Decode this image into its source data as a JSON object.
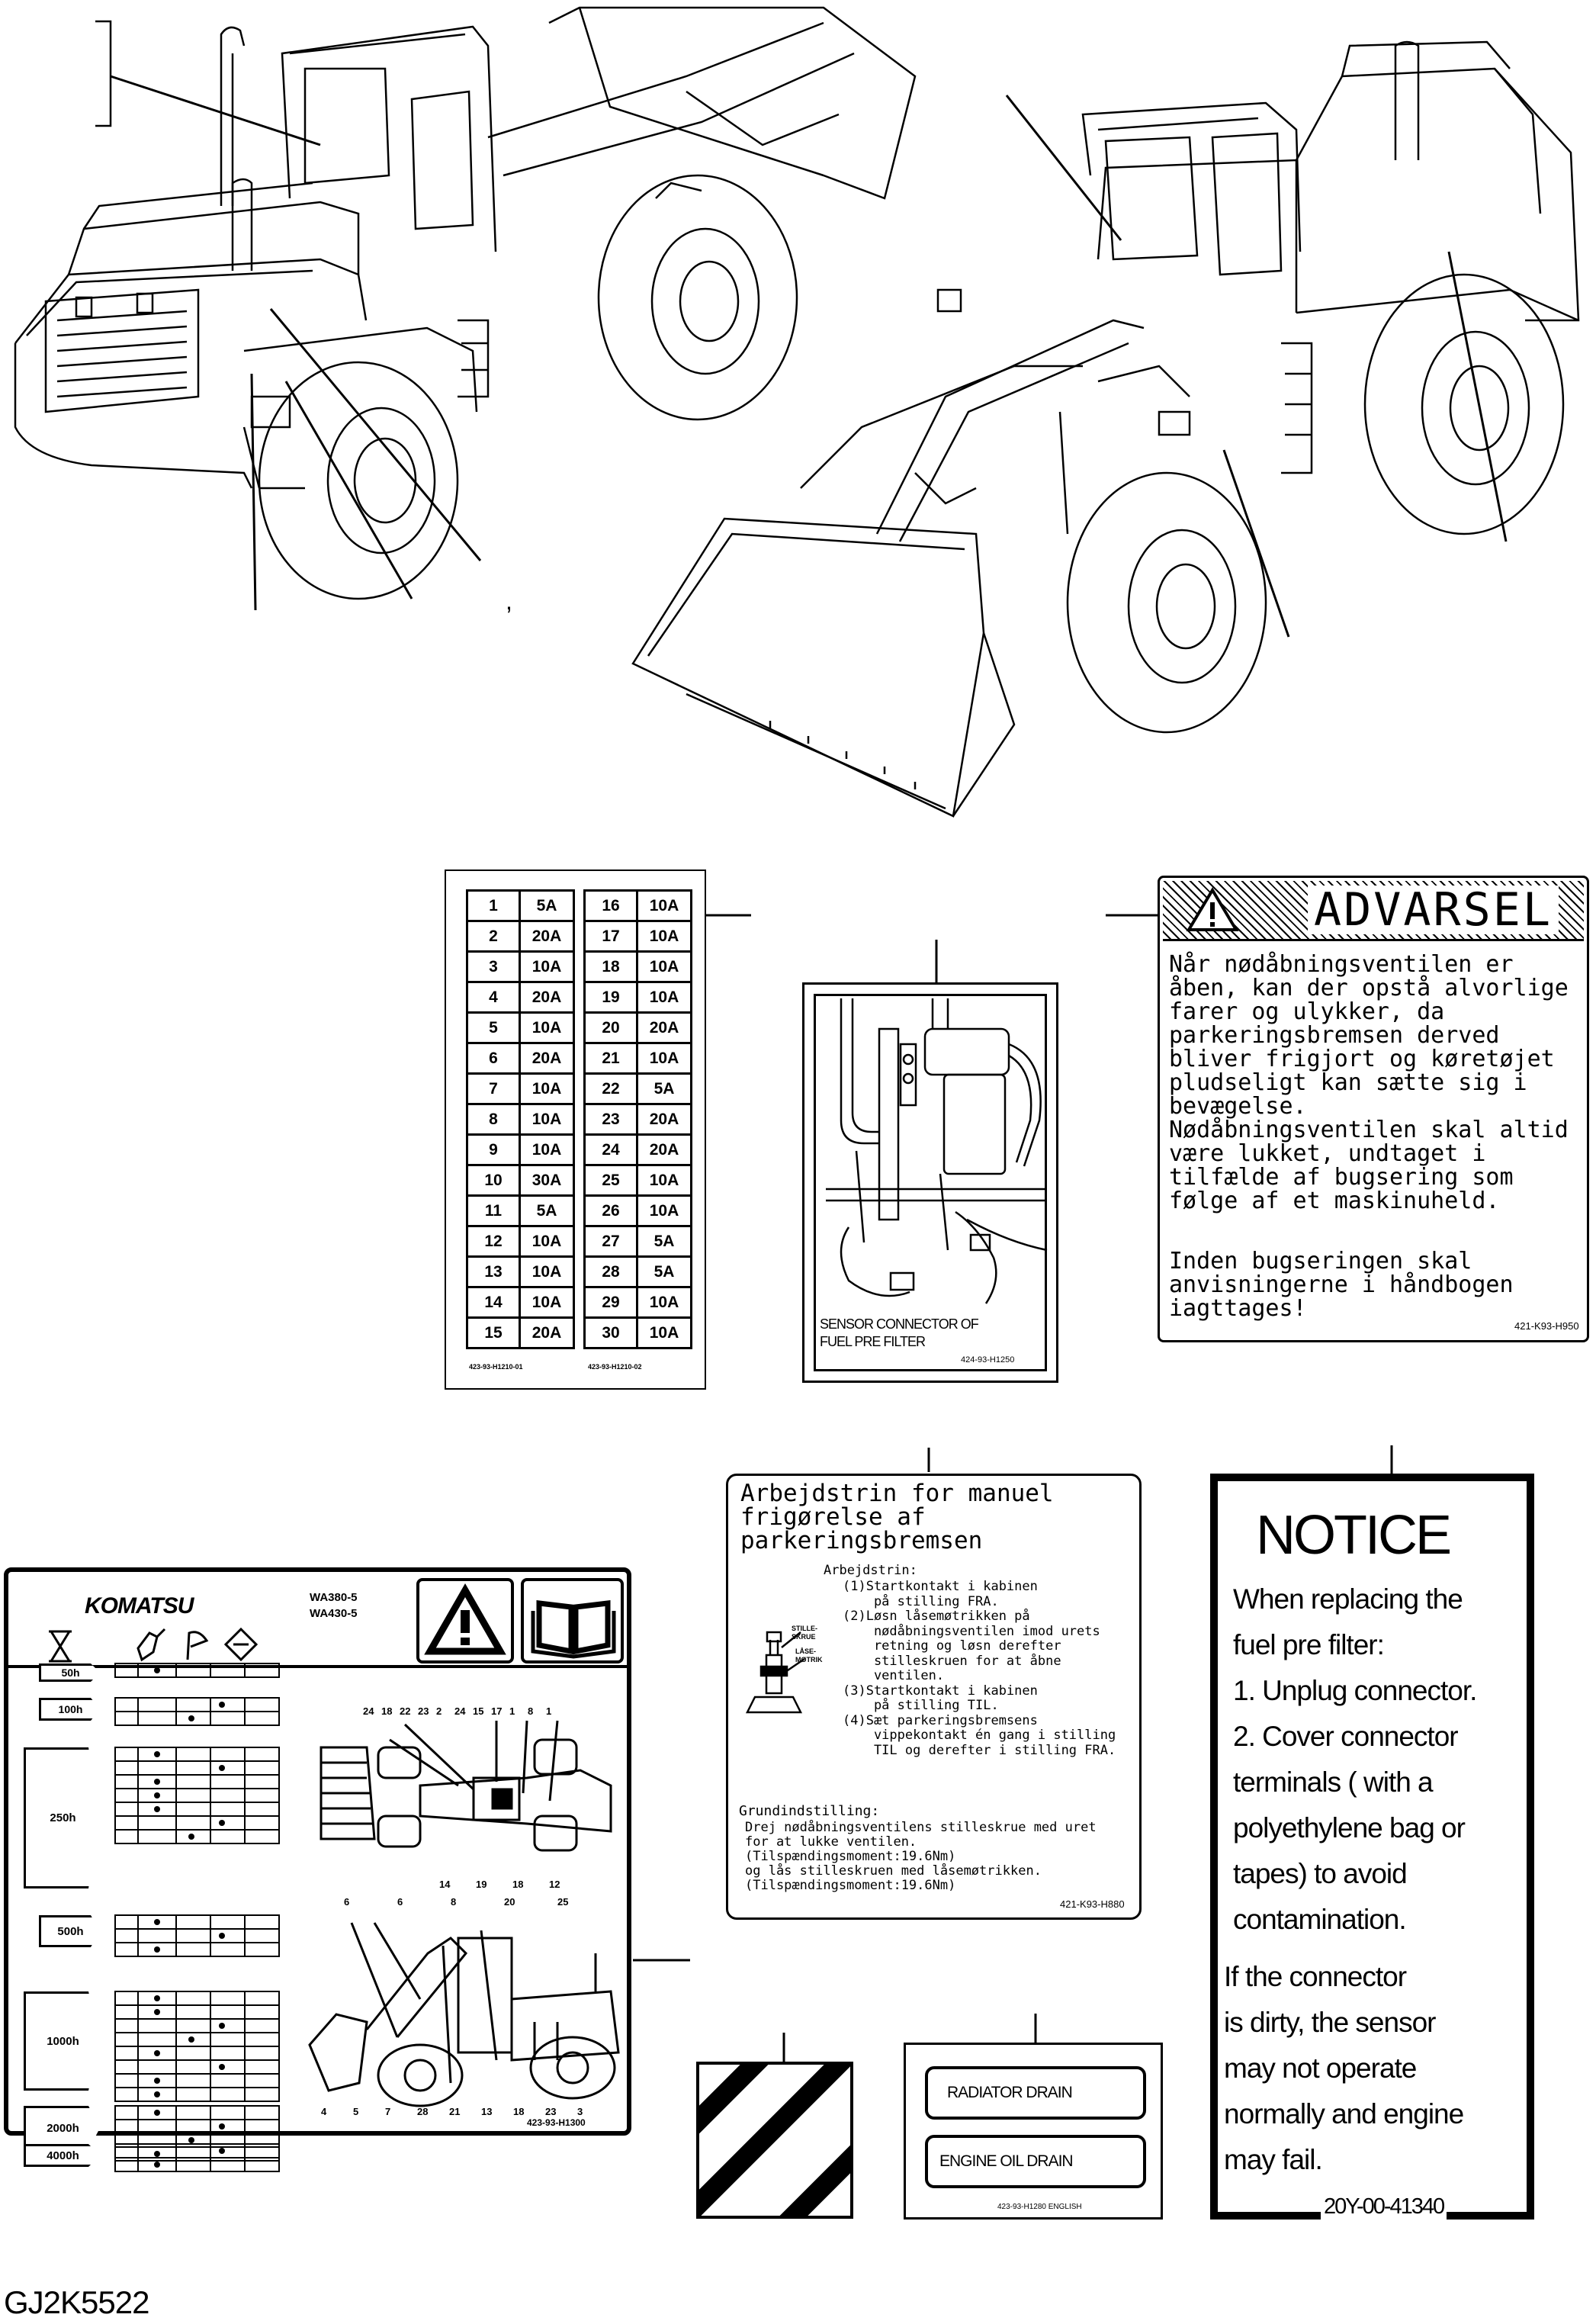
{
  "drawing_code": "GJ2K5522",
  "fuse_label": {
    "left": [
      [
        "1",
        "5A"
      ],
      [
        "2",
        "20A"
      ],
      [
        "3",
        "10A"
      ],
      [
        "4",
        "20A"
      ],
      [
        "5",
        "10A"
      ],
      [
        "6",
        "20A"
      ],
      [
        "7",
        "10A"
      ],
      [
        "8",
        "10A"
      ],
      [
        "9",
        "10A"
      ],
      [
        "10",
        "30A"
      ],
      [
        "11",
        "5A"
      ],
      [
        "12",
        "10A"
      ],
      [
        "13",
        "10A"
      ],
      [
        "14",
        "10A"
      ],
      [
        "15",
        "20A"
      ]
    ],
    "right": [
      [
        "16",
        "10A"
      ],
      [
        "17",
        "10A"
      ],
      [
        "18",
        "10A"
      ],
      [
        "19",
        "10A"
      ],
      [
        "20",
        "20A"
      ],
      [
        "21",
        "10A"
      ],
      [
        "22",
        "5A"
      ],
      [
        "23",
        "20A"
      ],
      [
        "24",
        "20A"
      ],
      [
        "25",
        "10A"
      ],
      [
        "26",
        "10A"
      ],
      [
        "27",
        "5A"
      ],
      [
        "28",
        "5A"
      ],
      [
        "29",
        "10A"
      ],
      [
        "30",
        "10A"
      ]
    ],
    "part_left": "423-93-H1210-01",
    "part_right": "423-93-H1210-02"
  },
  "sensor_label": {
    "caption_line1": "SENSOR CONNECTOR OF",
    "caption_line2": "FUEL PRE FILTER",
    "part": "424-93-H1250"
  },
  "advarsel_label": {
    "title": "ADVARSEL",
    "body": "Når nødåbningsventilen er\nåben, kan der opstå alvorlige\nfarer og ulykker, da\nparkeringsbremsen derved\nbliver frigjort og køretøjet\npludseligt kan sætte sig i\nbevægelse.\nNødåbningsventilen skal altid\nvære lukket, undtaget i\ntilfælde af bugsering som\nfølge af et maskinuheld.",
    "body2": "Inden bugseringen skal\nanvisningerne i håndbogen\niagttages!",
    "part": "421-K93-H950"
  },
  "brake_label": {
    "title_l1": "Arbejdstrin for manuel",
    "title_l2": "frigørelse af",
    "title_l3": "parkeringsbremsen",
    "steps_head": "Arbejdstrin:",
    "steps": [
      "(1)Startkontakt i kabinen",
      "    på stilling FRA.",
      "(2)Løsn låsemøtrikken på",
      "    nødåbningsventilen imod urets",
      "    retning og løsn derefter",
      "    stilleskruen for at åbne",
      "    ventilen.",
      "(3)Startkontakt i kabinen",
      "    på stilling TIL.",
      "(4)Sæt parkeringsbremsens",
      "    vippekontakt én gang i stilling",
      "    TIL og derefter i stilling FRA."
    ],
    "tag1": "STILLE-SKRUE",
    "tag2": "LÅSE-MØTRIK",
    "setup_head": "Grundindstilling:",
    "setup": [
      "Drej nødåbningsventilens stilleskrue med uret",
      "for at lukke ventilen.",
      "(Tilspændingsmoment:19.6Nm)",
      "og lås stilleskruen med låsemøtrikken.",
      "(Tilspændingsmoment:19.6Nm)"
    ],
    "part": "421-K93-H880"
  },
  "notice_label": {
    "title": "NOTICE",
    "lines": [
      "When replacing the",
      "fuel pre filter:",
      "1. Unplug connector.",
      "2. Cover connector",
      "terminals ( with a",
      "polyethylene bag or",
      "tapes) to avoid",
      "contamination."
    ],
    "lines2": [
      "If the connector",
      "is dirty, the sensor",
      "may not operate",
      "normally and engine",
      "may fail."
    ],
    "part": "20Y-00-41340"
  },
  "drain_label": {
    "radiator": "RADIATOR DRAIN",
    "engine": "ENGINE OIL DRAIN",
    "part": "423-93-H1280 ENGLISH"
  },
  "service_chart": {
    "brand": "KOMATSU",
    "model1": "WA380-5",
    "model2": "WA430-5",
    "intervals": [
      "50h",
      "100h",
      "250h",
      "500h",
      "1000h",
      "2000h",
      "4000h"
    ],
    "top_numbers": [
      "24",
      "18",
      "22",
      "23",
      "2",
      "24",
      "15",
      "17",
      "1",
      "8",
      "1"
    ],
    "mid_numbers": [
      "14",
      "19",
      "18",
      "12"
    ],
    "low_top": [
      "6",
      "6",
      "8",
      "20",
      "25"
    ],
    "low_bottom": [
      "4",
      "5",
      "7",
      "28",
      "21",
      "13",
      "18",
      "23",
      "3"
    ],
    "part": "423-93-H1300"
  },
  "stray_mark": ","
}
